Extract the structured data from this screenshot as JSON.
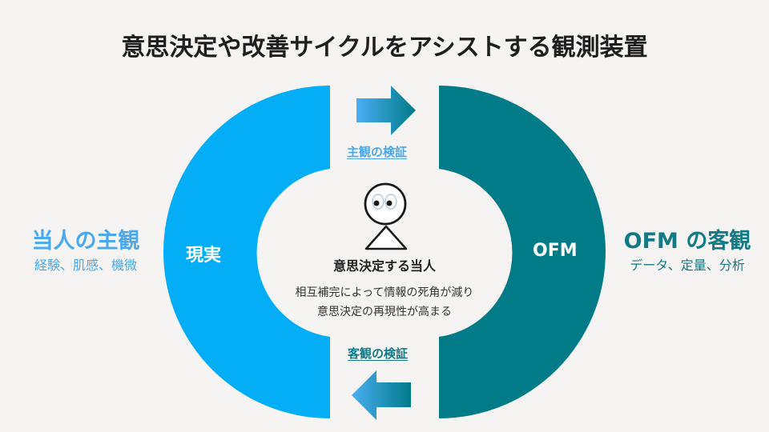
{
  "title": "意思決定や改善サイクルをアシストする観測装置",
  "left": {
    "heading": "当人の主観",
    "subtext": "経験、肌感、機微",
    "arc_label": "現実",
    "color": "#03aef6"
  },
  "right": {
    "heading": "OFM の客観",
    "subtext": "データ、定量、分析",
    "arc_label": "OFM",
    "color": "#017b88"
  },
  "arrows": {
    "top_label": "主観の検証",
    "top_direction": "right",
    "bottom_label": "客観の検証",
    "bottom_direction": "left",
    "gradient_start": "#4aaef4",
    "gradient_end": "#017b88"
  },
  "center": {
    "icon": "person-with-eyes-icon",
    "title": "意思決定する当人",
    "description_line1": "相互補完によって情報の死角が減り",
    "description_line2": "意思決定の再現性が高まる"
  },
  "colors": {
    "background": "#f6f4f2",
    "title_text": "#1e1e1e",
    "subjective_text": "#4aa8ee",
    "objective_text": "#127a86"
  }
}
